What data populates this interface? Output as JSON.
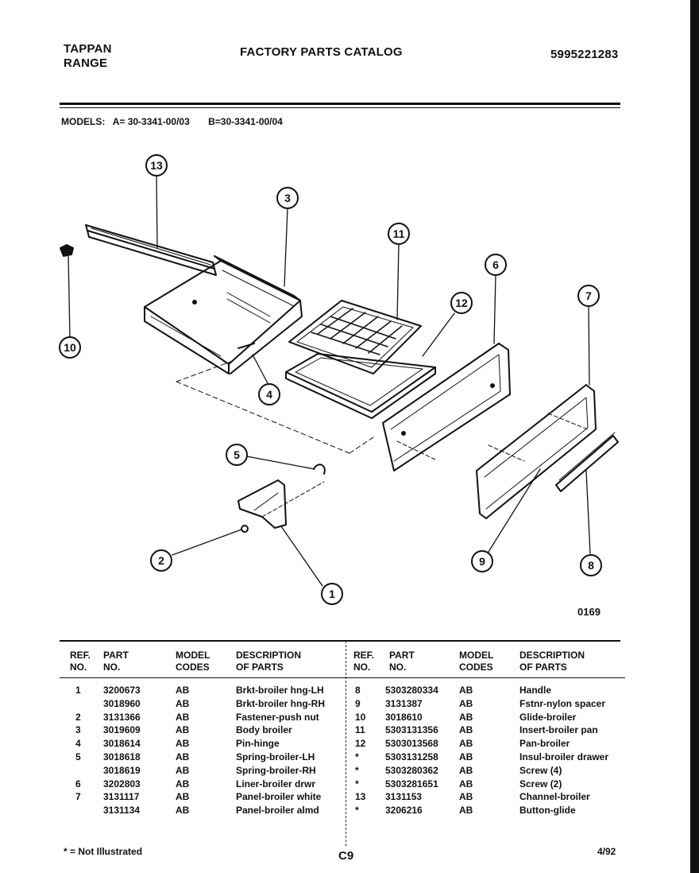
{
  "header": {
    "brand_line1": "TAPPAN",
    "brand_line2": "RANGE",
    "catalog_title": "FACTORY PARTS CATALOG",
    "catalog_number": "5995221283"
  },
  "models": {
    "label": "MODELS:",
    "model_a": "A= 30-3341-00/03",
    "model_b": "B=30-3341-00/04"
  },
  "diagram": {
    "callouts": [
      "13",
      "3",
      "11",
      "12",
      "6",
      "7",
      "10",
      "4",
      "5",
      "2",
      "1",
      "9",
      "8"
    ],
    "figure_number": "0169"
  },
  "table": {
    "headers": {
      "ref": [
        "REF.",
        "NO."
      ],
      "part": [
        "PART",
        "NO."
      ],
      "model": [
        "MODEL",
        "CODES"
      ],
      "desc": [
        "DESCRIPTION",
        "OF PARTS"
      ]
    },
    "left_rows": [
      {
        "ref": "1",
        "part": "3200673",
        "codes": "AB",
        "desc": "Brkt-broiler hng-LH"
      },
      {
        "ref": "",
        "part": "3018960",
        "codes": "AB",
        "desc": "Brkt-broiler hng-RH"
      },
      {
        "ref": "2",
        "part": "3131366",
        "codes": "AB",
        "desc": "Fastener-push nut"
      },
      {
        "ref": "3",
        "part": "3019609",
        "codes": "AB",
        "desc": "Body broiler"
      },
      {
        "ref": "4",
        "part": "3018614",
        "codes": "AB",
        "desc": "Pin-hinge"
      },
      {
        "ref": "5",
        "part": "3018618",
        "codes": "AB",
        "desc": "Spring-broiler-LH"
      },
      {
        "ref": "",
        "part": "3018619",
        "codes": "AB",
        "desc": "Spring-broiler-RH"
      },
      {
        "ref": "6",
        "part": "3202803",
        "codes": "AB",
        "desc": "Liner-broiler drwr"
      },
      {
        "ref": "7",
        "part": "3131117",
        "codes": "AB",
        "desc": "Panel-broiler white"
      },
      {
        "ref": "",
        "part": "3131134",
        "codes": "AB",
        "desc": "Panel-broiler almd"
      }
    ],
    "right_rows": [
      {
        "ref": "8",
        "part": "5303280334",
        "codes": "AB",
        "desc": "Handle"
      },
      {
        "ref": "9",
        "part": "3131387",
        "codes": "AB",
        "desc": "Fstnr-nylon spacer"
      },
      {
        "ref": "10",
        "part": "3018610",
        "codes": "AB",
        "desc": "Glide-broiler"
      },
      {
        "ref": "11",
        "part": "5303131356",
        "codes": "AB",
        "desc": "Insert-broiler pan"
      },
      {
        "ref": "12",
        "part": "5303013568",
        "codes": "AB",
        "desc": "Pan-broiler"
      },
      {
        "ref": "*",
        "part": "5303131258",
        "codes": "AB",
        "desc": "Insul-broiler drawer"
      },
      {
        "ref": "*",
        "part": "5303280362",
        "codes": "AB",
        "desc": "Screw (4)"
      },
      {
        "ref": "*",
        "part": "5303281651",
        "codes": "AB",
        "desc": "Screw (2)"
      },
      {
        "ref": "13",
        "part": "3131153",
        "codes": "AB",
        "desc": "Channel-broiler"
      },
      {
        "ref": "*",
        "part": "3206216",
        "codes": "AB",
        "desc": "Button-glide"
      }
    ]
  },
  "footer": {
    "note": "* = Not Illustrated",
    "page": "C9",
    "date": "4/92"
  }
}
